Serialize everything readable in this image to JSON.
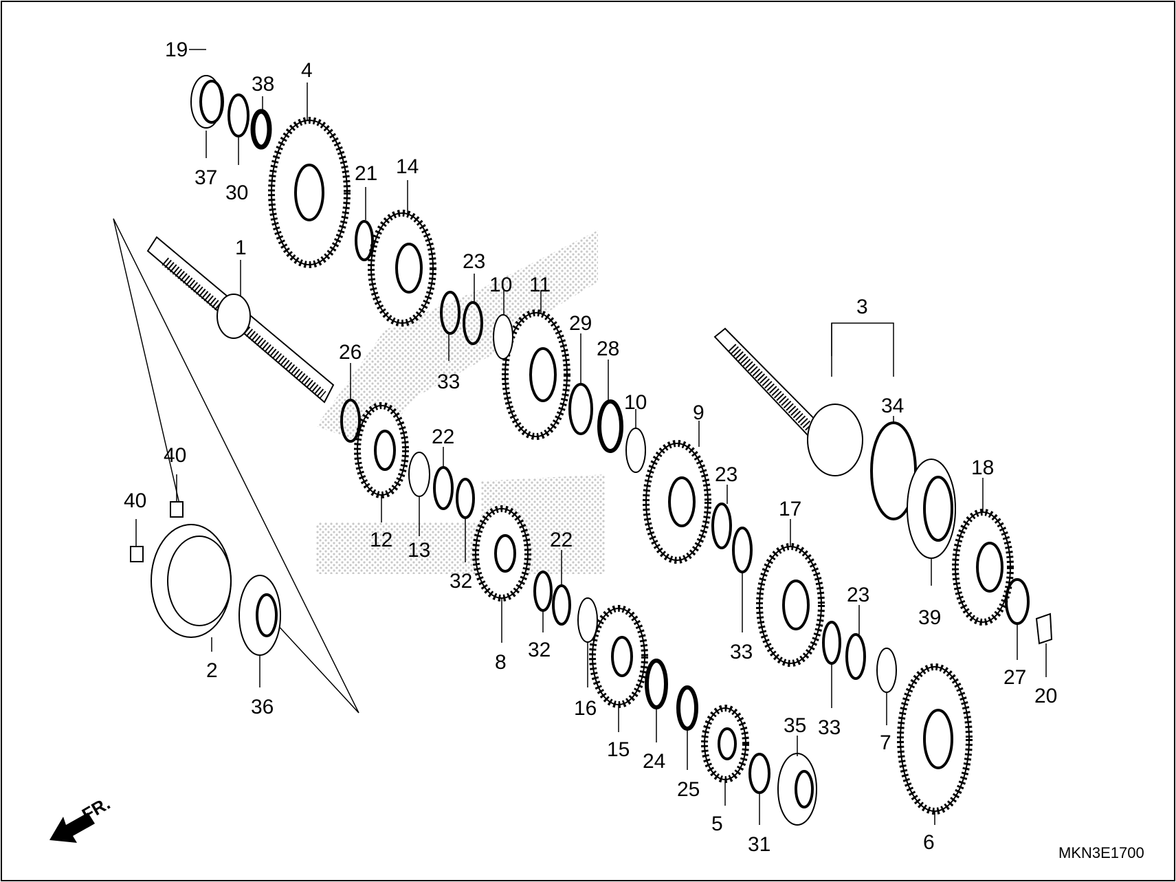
{
  "diagram": {
    "part_labels": [
      "19",
      "38",
      "4",
      "37",
      "30",
      "21",
      "14",
      "1",
      "23",
      "10",
      "11",
      "29",
      "28",
      "26",
      "33",
      "10",
      "9",
      "3",
      "22",
      "23",
      "34",
      "18",
      "40",
      "17",
      "12",
      "13",
      "22",
      "40",
      "32",
      "39",
      "32",
      "23",
      "8",
      "33",
      "27",
      "16",
      "15",
      "20",
      "24",
      "33",
      "35",
      "25",
      "7",
      "5",
      "2",
      "36",
      "31",
      "6"
    ],
    "diagram_code": "MKN3E1700",
    "direction_label": "FR."
  },
  "colors": {
    "line": "#000000",
    "background": "#ffffff",
    "watermark": "#c8c8c8"
  },
  "icons": {
    "front_direction": "arrow-left-down-icon",
    "watermark": "brand-wing-watermark-icon"
  }
}
